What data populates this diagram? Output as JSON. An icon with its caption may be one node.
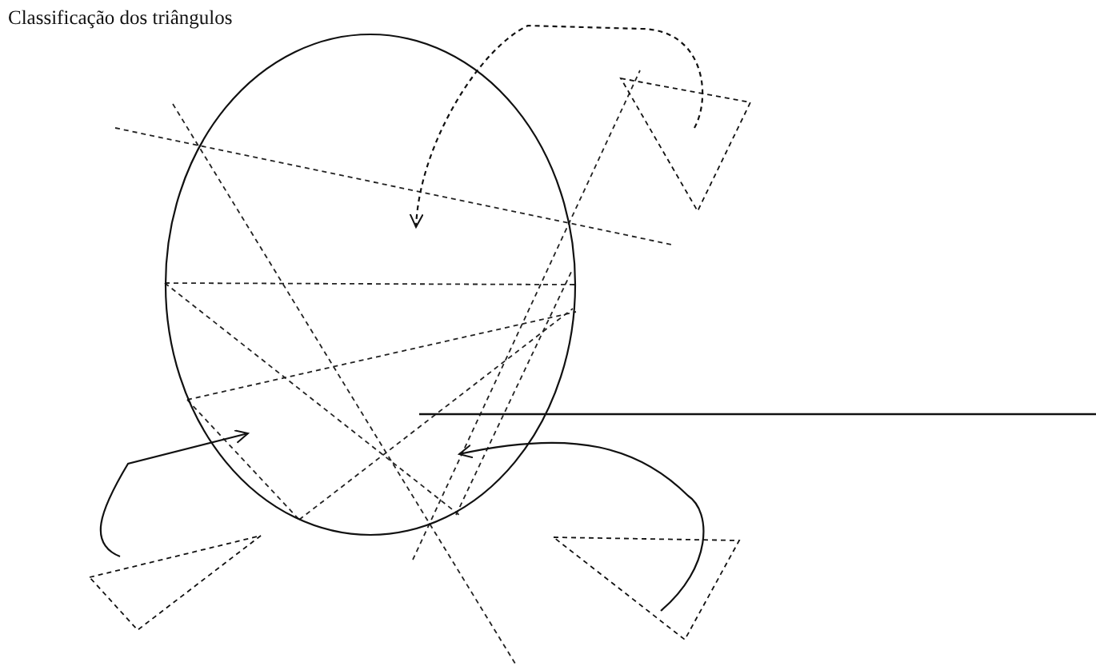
{
  "diagram": {
    "title": "Classificação dos triângulos",
    "nodes": [
      {
        "text": [],
        "shape": "ellipse"
      },
      {
        "text": [],
        "shape": "triangle"
      },
      {
        "text": [],
        "shape": "triangle"
      },
      {
        "text": [],
        "shape": "triangle"
      }
    ],
    "edges": [
      {
        "from": 1,
        "to": 0,
        "arrow": "to",
        "style": "dashed"
      },
      {
        "from": 2,
        "to": 0,
        "arrow": "to"
      },
      {
        "from": 3,
        "to": 0,
        "arrow": "to"
      }
    ]
  }
}
